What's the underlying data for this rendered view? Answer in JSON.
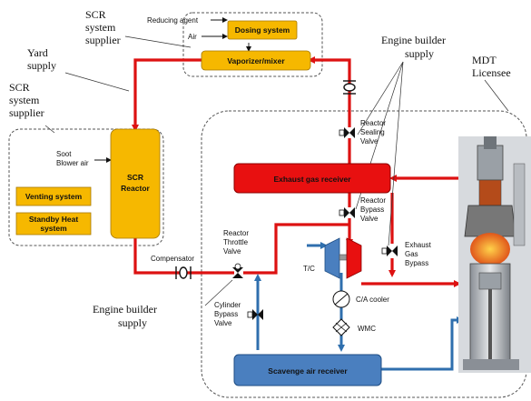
{
  "labels": {
    "reducing_agent": "Reducing agent",
    "air": "Air",
    "scr_supplier_top_1": "SCR",
    "scr_supplier_top_2": "system",
    "scr_supplier_top_3": "supplier",
    "yard_1": "Yard",
    "yard_2": "supply",
    "scr_supplier_left_1": "SCR",
    "scr_supplier_left_2": "system",
    "scr_supplier_left_3": "supplier",
    "engine_builder_top_1": "Engine builder",
    "engine_builder_top_2": "supply",
    "mdt_1": "MDT",
    "mdt_2": "Licensee",
    "soot_1": "Soot",
    "soot_2": "Blower air",
    "compensator": "Compensator",
    "engine_builder_bottom_1": "Engine builder",
    "engine_builder_bottom_2": "supply",
    "reactor_sealing_1": "Reactor",
    "reactor_sealing_2": "Sealing",
    "reactor_sealing_3": "Valve",
    "reactor_bypass_1": "Reactor",
    "reactor_bypass_2": "Bypass",
    "reactor_bypass_3": "Valve",
    "reactor_throttle_1": "Reactor",
    "reactor_throttle_2": "Throttle",
    "reactor_throttle_3": "Valve",
    "exhaust_gas_bypass_1": "Exhaust",
    "exhaust_gas_bypass_2": "Gas",
    "exhaust_gas_bypass_3": "Bypass",
    "cylinder_bypass_1": "Cylinder",
    "cylinder_bypass_2": "Bypass",
    "cylinder_bypass_3": "Valve",
    "tc": "T/C",
    "ca_cooler": "C/A cooler",
    "wmc": "WMC"
  },
  "boxes": {
    "dosing_system": "Dosing system",
    "vaporizer": "Vaporizer/mixer",
    "scr_reactor_1": "SCR",
    "scr_reactor_2": "Reactor",
    "venting_system": "Venting system",
    "standby_heat_1": "Standby Heat",
    "standby_heat_2": "system",
    "exhaust_gas_receiver": "Exhaust gas receiver",
    "scavenge_air_receiver": "Scavenge air receiver"
  },
  "colors": {
    "exhaust_pipe": "#dd1111",
    "air_pipe": "#2f6fae",
    "yellow_box": "#f6b800",
    "red_receiver": "#e81010",
    "blue_receiver": "#4a7fbf"
  }
}
